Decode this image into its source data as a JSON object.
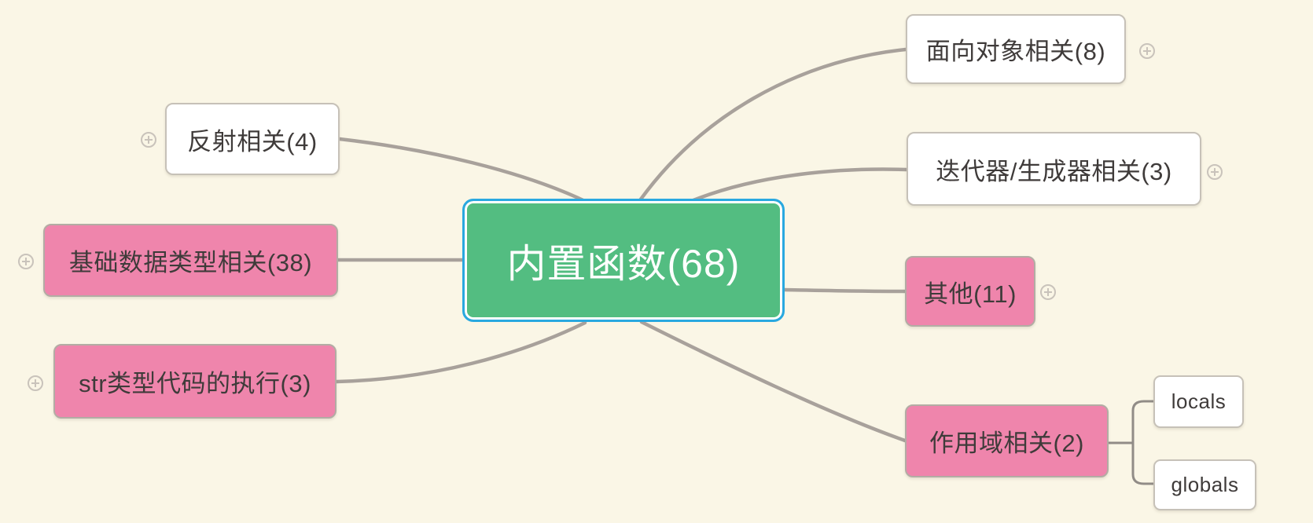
{
  "app": {
    "type": "mindmap-canvas"
  },
  "colors": {
    "background": "#FAF6E6",
    "root_fill": "#53BD81",
    "root_selection_border": "#29A8E0",
    "pink_fill": "#EF85AC",
    "white_fill": "#FFFFFF",
    "node_border_gray": "#C6C1B8",
    "connector_gray": "#A8A19B",
    "text_dark": "#3F3B3A",
    "text_on_root": "#FFFFFF"
  },
  "root": {
    "label": "内置函数(68)",
    "selected": true
  },
  "left_branches": [
    {
      "label": "反射相关(4)",
      "style": "white",
      "count": 4
    },
    {
      "label": "基础数据类型相关(38)",
      "style": "pink",
      "count": 38
    },
    {
      "label": "str类型代码的执行(3)",
      "style": "pink",
      "count": 3
    }
  ],
  "right_branches": [
    {
      "label": "面向对象相关(8)",
      "style": "white",
      "count": 8
    },
    {
      "label": "迭代器/生成器相关(3)",
      "style": "white",
      "count": 3
    },
    {
      "label": "其他(11)",
      "style": "pink",
      "count": 11
    },
    {
      "label": "作用域相关(2)",
      "style": "pink",
      "count": 2,
      "children": [
        {
          "label": "locals"
        },
        {
          "label": "globals"
        }
      ]
    }
  ],
  "icons": {
    "expander": "plus-circle"
  }
}
